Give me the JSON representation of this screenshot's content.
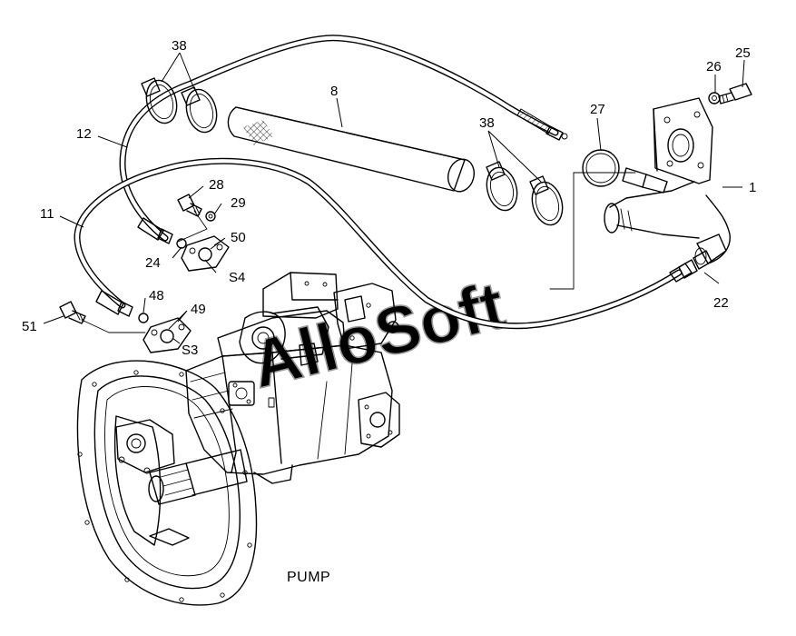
{
  "diagram": {
    "caption": "PUMP",
    "watermark": "AlloSoft",
    "part_labels": {
      "p1": "1",
      "p8": "8",
      "p11": "11",
      "p12": "12",
      "p22": "22",
      "p24": "24",
      "p25": "25",
      "p26": "26",
      "p27": "27",
      "p28": "28",
      "p29": "29",
      "p38_top": "38",
      "p38_mid": "38",
      "p48": "48",
      "p49": "49",
      "p50": "50",
      "p51": "51",
      "s3": "S3",
      "s4": "S4"
    }
  }
}
